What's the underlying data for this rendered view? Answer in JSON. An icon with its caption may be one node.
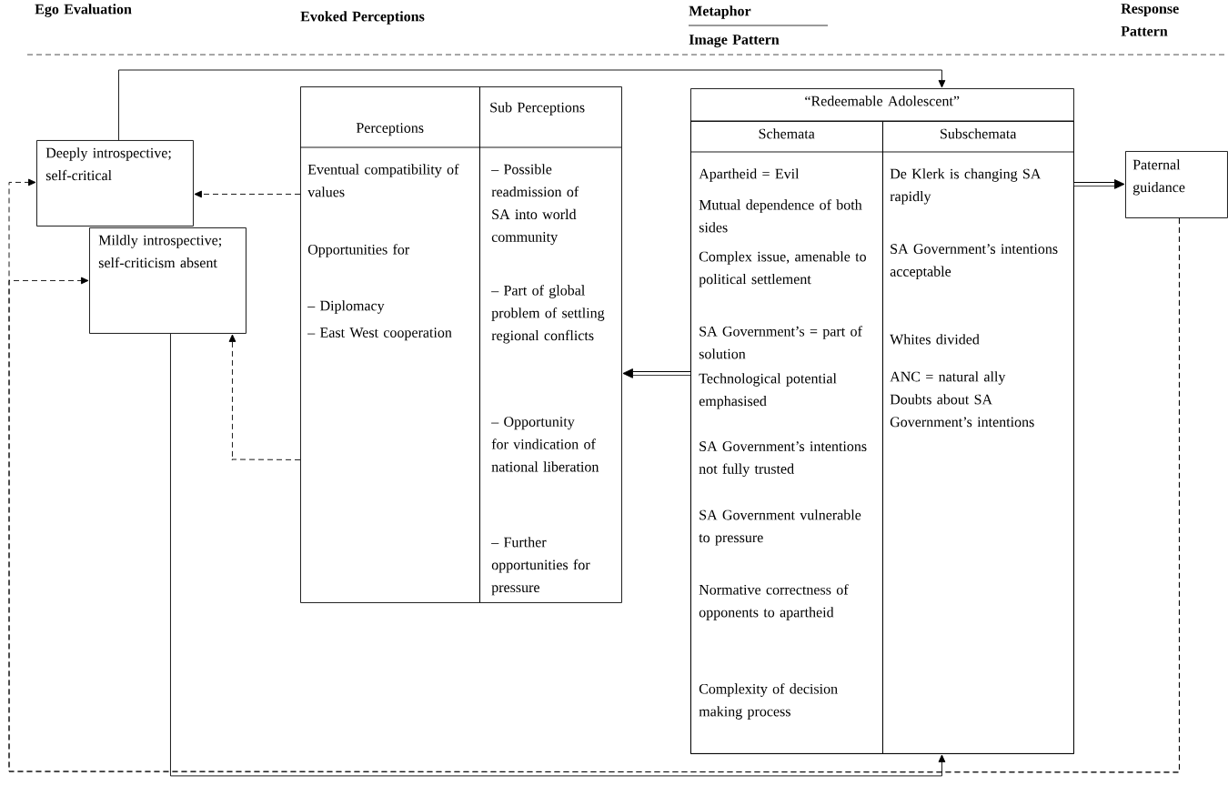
{
  "diagram": {
    "nodes": [
      {
        "text": [
          "Deeply introspective; self-critical"
        ]
      },
      {
        "text": [
          "Mildly introspective; self-criticism absent"
        ]
      },
      {
        "text": [
          "Perceptions",
          "Eventual compatibility of values",
          "Opportunities for",
          "– Diplomacy",
          "– East West cooperation"
        ]
      },
      {
        "text": [
          "Sub Perceptions",
          "– Possible readmission of SA into world community",
          "– Part of global problem of settling regional conflicts",
          "– Opportunity for vindication of national liberation",
          "– Further opportunities for pressure"
        ]
      },
      {
        "text": [
          "“Redeemable Adolescent”"
        ]
      },
      {
        "text": [
          "Schemata",
          "Apartheid = Evil",
          "Mutual dependence of both sides",
          "Complex issue, amenable to political settlement",
          "SA Government’s = part of solution",
          "Technological potential emphasised",
          "SA Government’s intentions not fully trusted",
          "SA Government vulnerable to pressure",
          "Normative correctness of opponents to apartheid",
          "Complexity of decision making process"
        ],
        "in": 4
      },
      {
        "text": [
          "Subschemata",
          "De Klerk is changing SA rapidly",
          "SA Government’s intentions acceptable",
          "Whites divided",
          "ANC = natural ally",
          "Doubts about SA Government’s intentions"
        ],
        "in": 4
      },
      {
        "text": [
          "Paternal guidance"
        ]
      }
    ],
    "edges": [
      {
        "from": 0,
        "to": 4,
        "arrow": "to"
      },
      {
        "from": 1,
        "to": 4,
        "arrow": "to"
      },
      {
        "from": 5,
        "to": 3,
        "arrow": "to",
        "style": "thick"
      },
      {
        "from": 6,
        "to": 7,
        "arrow": "to",
        "style": "thick"
      },
      {
        "from": 2,
        "to": 0,
        "arrow": "to",
        "style": "dashed"
      },
      {
        "from": 2,
        "to": 1,
        "arrow": "to",
        "style": "dashed"
      },
      {
        "from": 7,
        "to": 0,
        "arrow": "to",
        "style": "dashed"
      },
      {
        "from": 7,
        "to": 1,
        "arrow": "to",
        "style": "dashed"
      }
    ],
    "labels": [
      "Ego Evaluation",
      "Evoked Perceptions",
      "Metaphor",
      "Image Pattern",
      "Response Pattern"
    ]
  }
}
